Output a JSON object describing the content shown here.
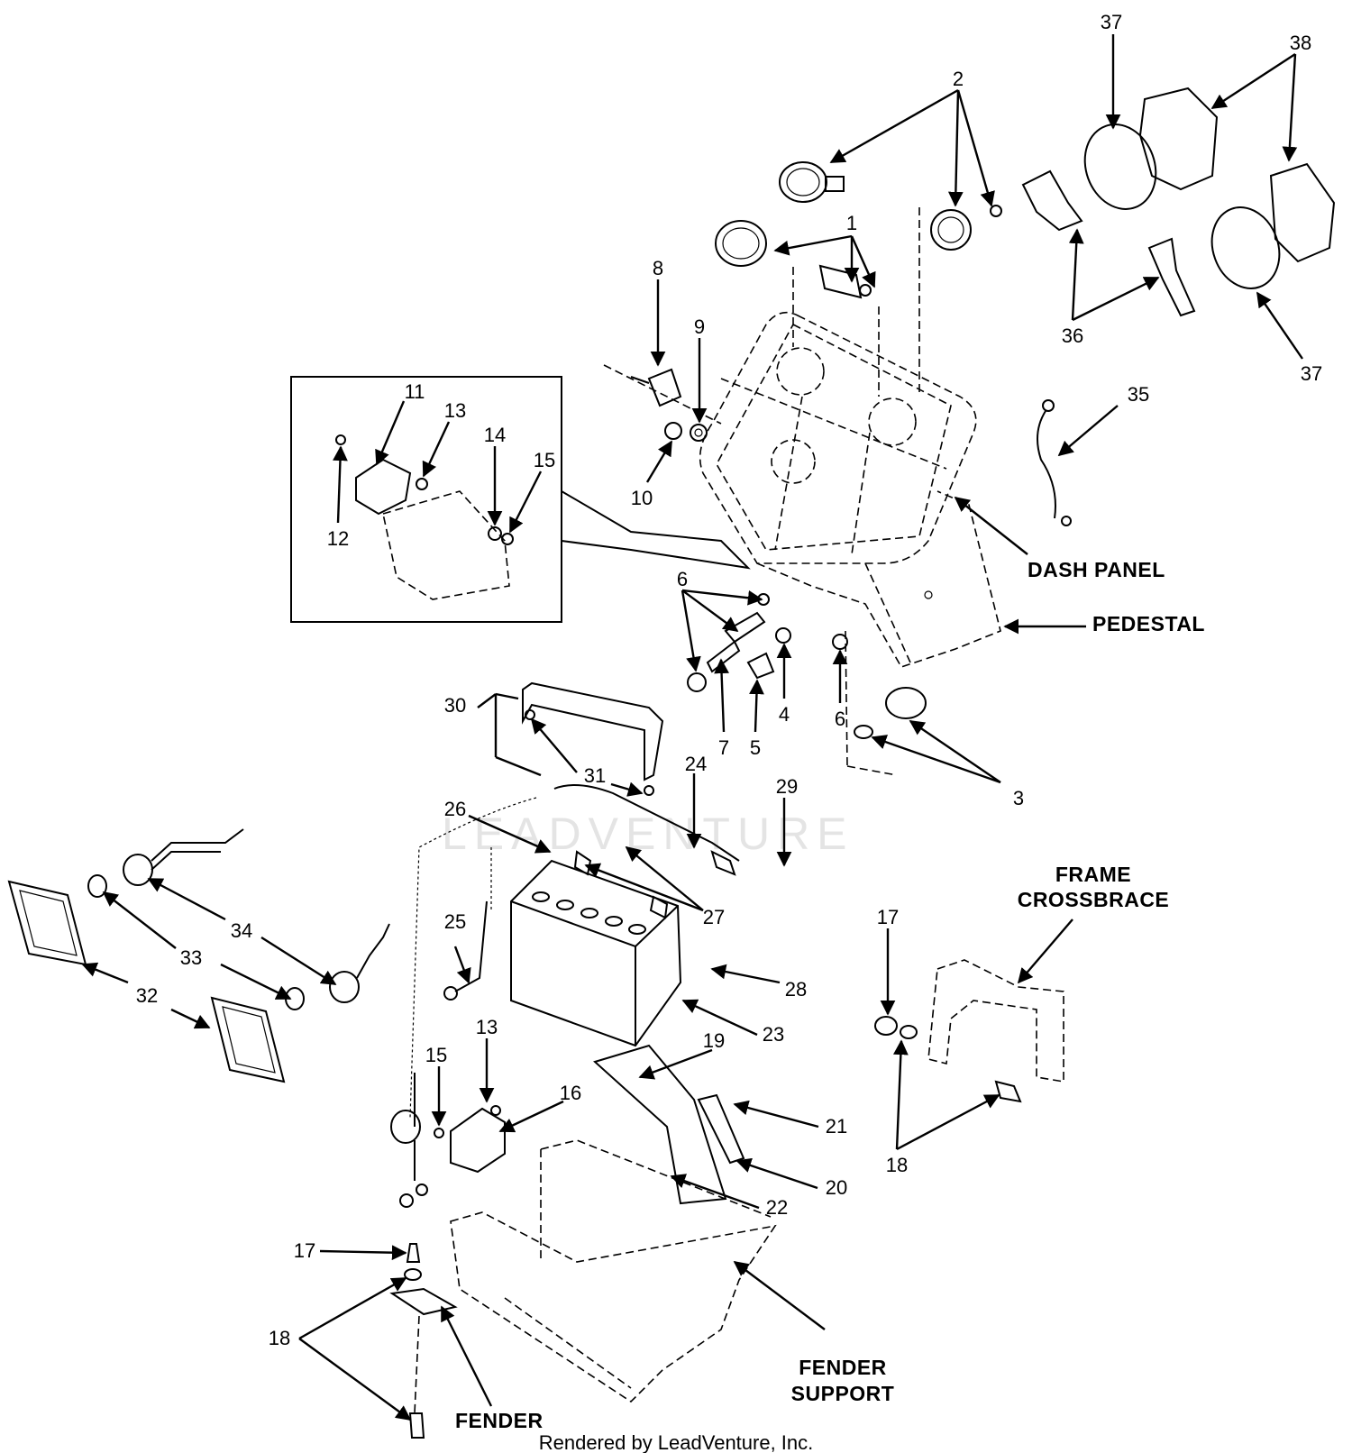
{
  "watermark": "LEADVENTURE",
  "caption": "Rendered by LeadVenture, Inc.",
  "labels": {
    "dash_panel": "DASH PANEL",
    "pedestal": "PEDESTAL",
    "frame_crossbrace_1": "FRAME",
    "frame_crossbrace_2": "CROSSBRACE",
    "fender_support_1": "FENDER",
    "fender_support_2": "SUPPORT",
    "fender": "FENDER"
  },
  "callouts": {
    "n1": "1",
    "n2": "2",
    "n3": "3",
    "n4": "4",
    "n5": "5",
    "n6a": "6",
    "n6b": "6",
    "n7": "7",
    "n8": "8",
    "n9": "9",
    "n10": "10",
    "n11": "11",
    "n12": "12",
    "n13a": "13",
    "n13b": "13",
    "n14": "14",
    "n15a": "15",
    "n15b": "15",
    "n16": "16",
    "n17a": "17",
    "n17b": "17",
    "n18a": "18",
    "n18b": "18",
    "n19": "19",
    "n20": "20",
    "n21": "21",
    "n22": "22",
    "n23": "23",
    "n24": "24",
    "n25": "25",
    "n26": "26",
    "n27": "27",
    "n28": "28",
    "n29": "29",
    "n30": "30",
    "n31": "31",
    "n32": "32",
    "n33": "33",
    "n34": "34",
    "n35": "35",
    "n36": "36",
    "n37a": "37",
    "n37b": "37",
    "n38": "38"
  }
}
